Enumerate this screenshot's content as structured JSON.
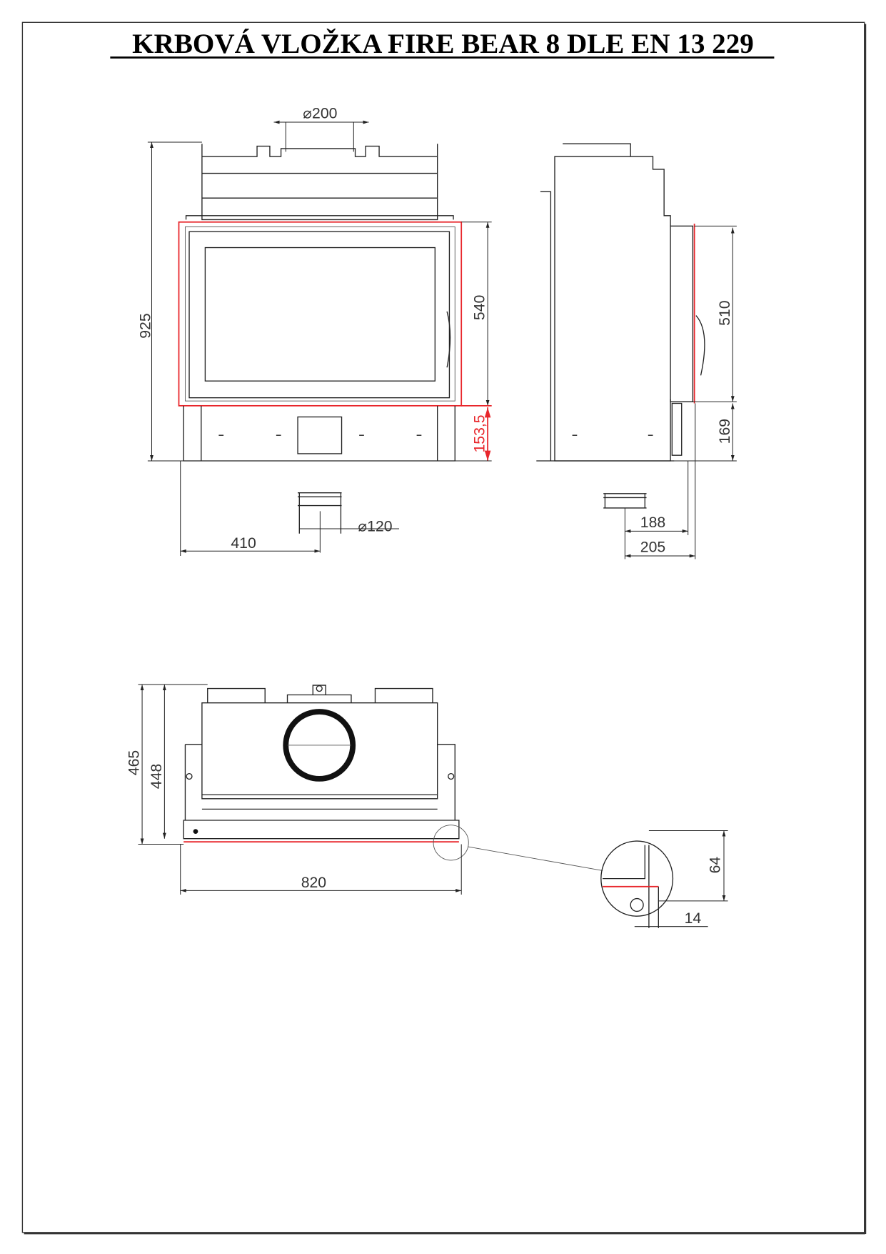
{
  "title": "KRBOVÁ VLOŽKA FIRE BEAR 8 DLE EN 13 229",
  "front_view": {
    "flue_diameter": "⌀200",
    "total_height": "925",
    "door_height": "540",
    "bottom_height": "153,5",
    "air_inlet_diameter": "⌀120",
    "air_inlet_offset": "410"
  },
  "side_view": {
    "door_height": "510",
    "bottom_height": "169",
    "inlet_depth_1": "188",
    "inlet_depth_2": "205"
  },
  "top_view": {
    "depth_total": "465",
    "depth_body": "448",
    "width": "820"
  },
  "detail_view": {
    "height": "64",
    "offset": "14"
  },
  "colors": {
    "highlight": "#e8262b",
    "line": "#222222"
  }
}
